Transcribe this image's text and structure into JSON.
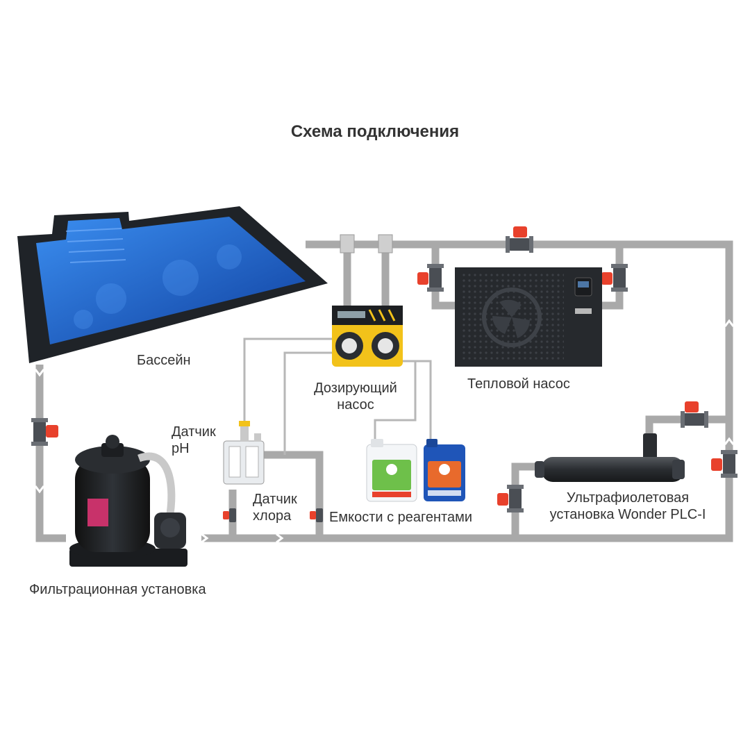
{
  "title": "Схема подключения",
  "labels": {
    "pool": "Бассейн",
    "filter": "Фильтрационная установка",
    "dosing_pump": "Дозирующий\nнасос",
    "heat_pump": "Тепловой насос",
    "ph_sensor": "Датчик\npH",
    "chlorine_sensor": "Датчик\nхлора",
    "reagents": "Емкости с реагентами",
    "uv_unit": "Ультрафиолетовая\nустановка Wonder PLC-I"
  },
  "colors": {
    "pipe": "#a9a9a9",
    "valve_handle": "#e8412c",
    "pool_water": "#1e5fc4",
    "pool_frame": "#1f2328",
    "dosing_body": "#f2c21a",
    "heat_pump_body": "#26292d",
    "canister_white": "#f4f6f8",
    "canister_blue": "#1f55b8"
  }
}
